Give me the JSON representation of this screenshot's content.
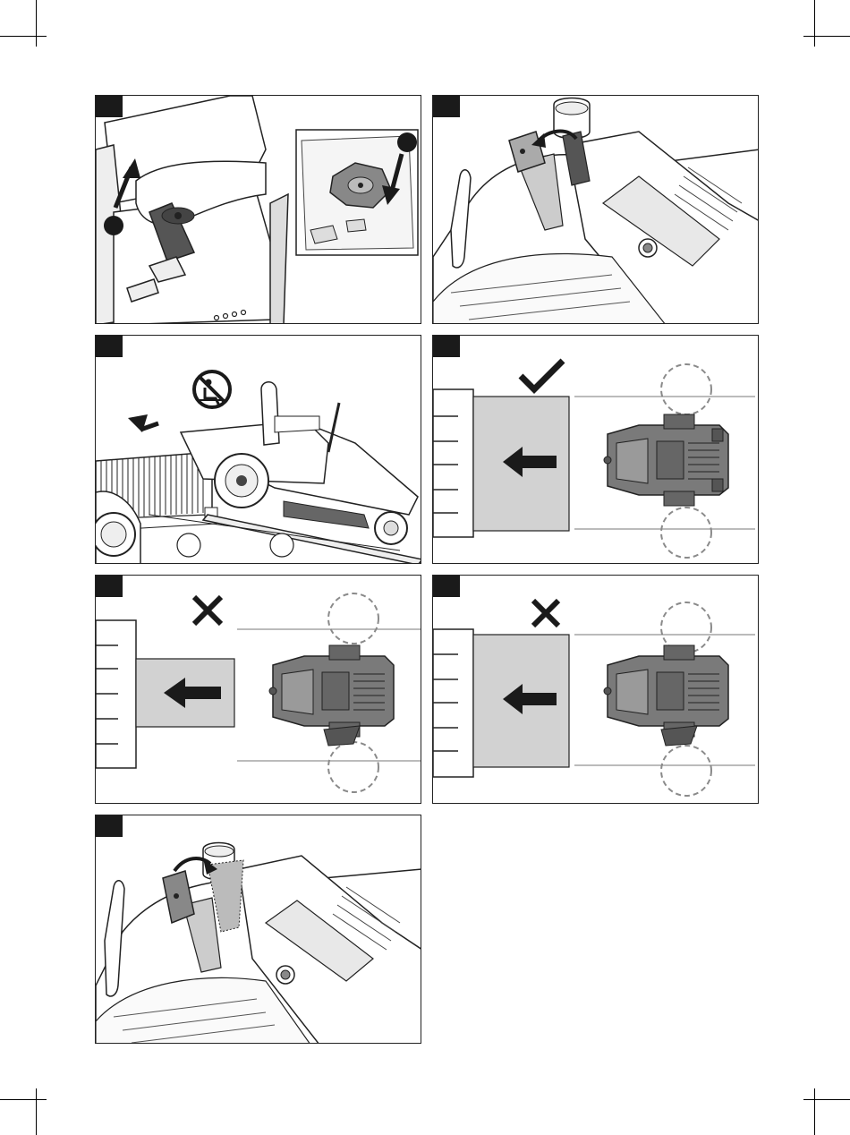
{
  "colors": {
    "ink": "#1a1a1a",
    "gray_fill": "#d2d2d2",
    "mower_fill": "#7a7a7a",
    "dashed": "#8a8a8a"
  },
  "icons": {
    "correct": "check-mark-icon",
    "incorrect": "cross-mark-icon",
    "no_riding": "no-rider-prohibition-icon",
    "direction": "arrow-icon"
  },
  "panels": [
    {
      "id": "1",
      "content": "battery-removal-illustration"
    },
    {
      "id": "2",
      "content": "seat-belt-strap-illustration"
    },
    {
      "id": "3",
      "content": "mower-on-ramp-illustration"
    },
    {
      "id": "4",
      "content": "correct-ramp-alignment",
      "verdict": "correct"
    },
    {
      "id": "5",
      "content": "narrow-ramp-alignment",
      "verdict": "incorrect"
    },
    {
      "id": "6",
      "content": "misaligned-ramp",
      "verdict": "incorrect"
    },
    {
      "id": "7",
      "content": "strap-release-illustration"
    }
  ]
}
